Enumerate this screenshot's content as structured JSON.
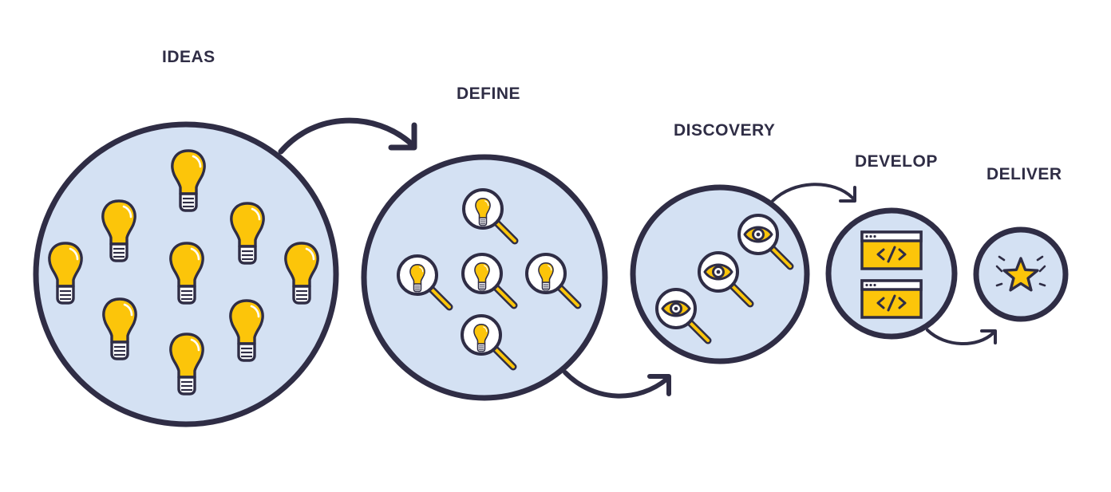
{
  "colors": {
    "outline": "#2f2d45",
    "circle_fill": "#d4e1f3",
    "accent": "#fcc50a",
    "white": "#ffffff"
  },
  "stages": [
    {
      "key": "ideas",
      "label": "IDEAS",
      "icon": "lightbulb-icon",
      "icon_count": 9
    },
    {
      "key": "define",
      "label": "DEFINE",
      "icon": "lightbulb-magnifier-icon",
      "icon_count": 5
    },
    {
      "key": "discovery",
      "label": "DISCOVERY",
      "icon": "eye-magnifier-icon",
      "icon_count": 3
    },
    {
      "key": "develop",
      "label": "DEVELOP",
      "icon": "code-window-icon",
      "icon_count": 2
    },
    {
      "key": "deliver",
      "label": "DELIVER",
      "icon": "star-icon",
      "icon_count": 1
    }
  ]
}
